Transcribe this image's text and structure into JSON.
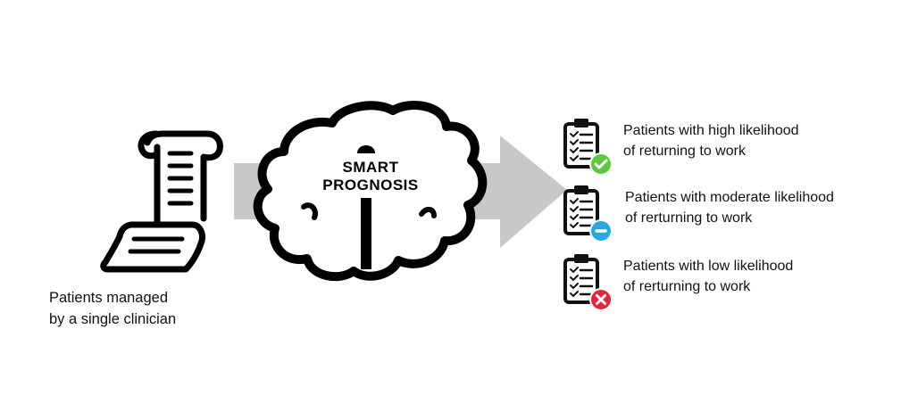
{
  "input": {
    "icon": "scroll-document-icon",
    "caption_line1": "Patients managed",
    "caption_line2": "by a single clinician"
  },
  "model": {
    "icon": "brain-cloud-icon",
    "label_line1": "SMART",
    "label_line2": "PROGNOSIS"
  },
  "flow_arrow": {
    "icon": "right-arrow-icon",
    "color": "#c8c8c8"
  },
  "outcomes": [
    {
      "icon": "clipboard-check-icon",
      "badge_color": "#5cc93f",
      "line1": "Patients with high likelihood",
      "line2": "of returning to work"
    },
    {
      "icon": "clipboard-minus-icon",
      "badge_color": "#29a9e0",
      "line1": "Patients with moderate likelihood",
      "line2": "of rerturning to work"
    },
    {
      "icon": "clipboard-x-icon",
      "badge_color": "#e0283c",
      "line1": "Patients with low likelihood",
      "line2": "of rerturning to work"
    }
  ]
}
